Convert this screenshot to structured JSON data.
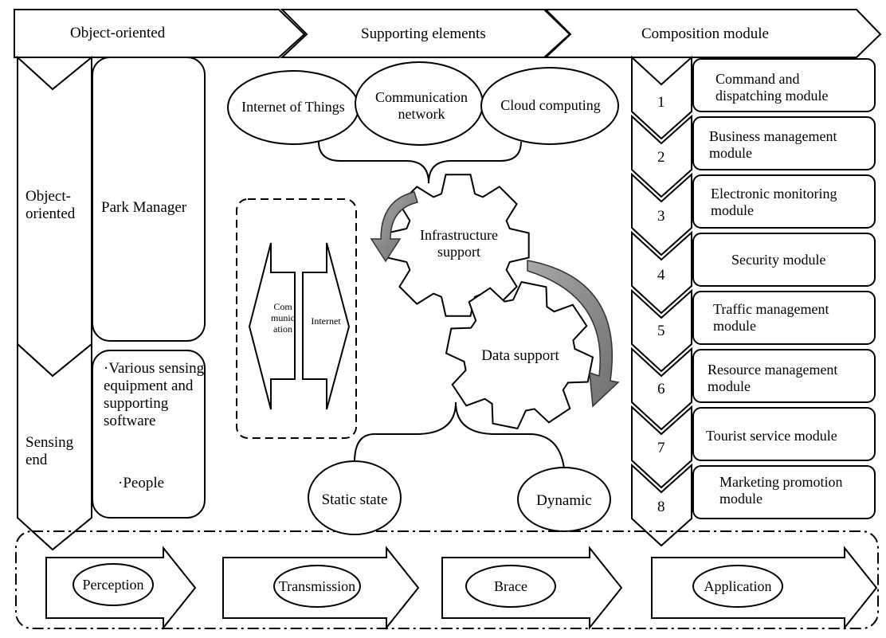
{
  "header": {
    "object_oriented": "Object-oriented",
    "supporting_elements": "Supporting elements",
    "composition_module": "Composition module"
  },
  "left": {
    "upper_label": "Object-oriented",
    "lower_label": "Sensing end",
    "park_manager": "Park Manager",
    "sensing_items": [
      "·Various sensing equipment and supporting software",
      "·People"
    ]
  },
  "center": {
    "ovals": [
      "Internet of Things",
      "Communication network",
      "Cloud computing"
    ],
    "gear_infrastructure": "Infrastructure support",
    "gear_data": "Data support",
    "arrow_communication": "Communication",
    "arrow_internet": "Internet",
    "static_state": "Static state",
    "dynamic": "Dynamic"
  },
  "modules": [
    {
      "num": "1",
      "label": "Command and dispatching module"
    },
    {
      "num": "2",
      "label": "Business management module"
    },
    {
      "num": "3",
      "label": "Electronic monitoring module"
    },
    {
      "num": "4",
      "label": "Security module"
    },
    {
      "num": "5",
      "label": "Traffic management module"
    },
    {
      "num": "6",
      "label": "Resource management module"
    },
    {
      "num": "7",
      "label": "Tourist service module"
    },
    {
      "num": "8",
      "label": "Marketing promotion module"
    }
  ],
  "footer": [
    "Perception",
    "Transmission",
    "Brace",
    "Application"
  ]
}
